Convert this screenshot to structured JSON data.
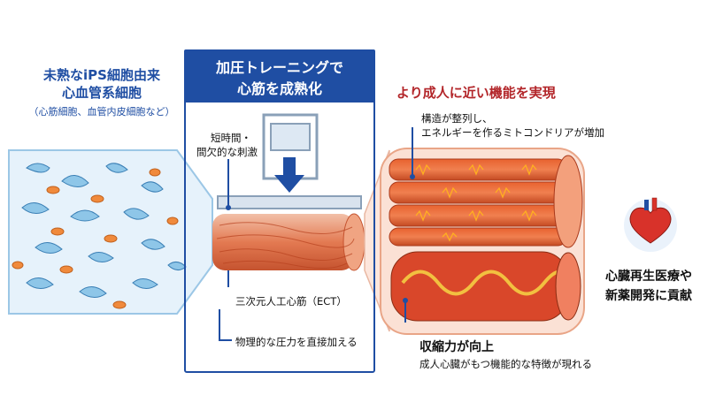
{
  "left": {
    "title_line1": "未熟なiPS細胞由来",
    "title_line2": "心血管系細胞",
    "subtitle": "（心筋細胞、血管内皮細胞など）"
  },
  "center": {
    "title_line1": "加圧トレーニングで",
    "title_line2": "心筋を成熟化",
    "stimulus_line1": "短時間・",
    "stimulus_line2": "間欠的な刺激",
    "tissue_label": "三次元人工心筋（ECT）",
    "pressure_label": "物理的な圧力を直接加える"
  },
  "right": {
    "title": "より成人に近い機能を実現",
    "structure_line1": "構造が整列し、",
    "structure_line2": "エネルギーを作るミトコンドリアが増加",
    "contraction_title": "収縮力が向上",
    "contraction_sub": "成人心臓がもつ機能的な特徴が現れる"
  },
  "outcome": {
    "line1": "心臓再生医療や",
    "line2": "新薬開発に貢献"
  },
  "colors": {
    "brand_blue": "#1f4ea3",
    "accent_red": "#b3262a",
    "muscle": "#e3653f",
    "cell_blue": "#9fd0ea",
    "cell_orange": "#f08a3c"
  },
  "icons": [
    "press-icon",
    "down-arrow-icon",
    "heart-icon"
  ]
}
